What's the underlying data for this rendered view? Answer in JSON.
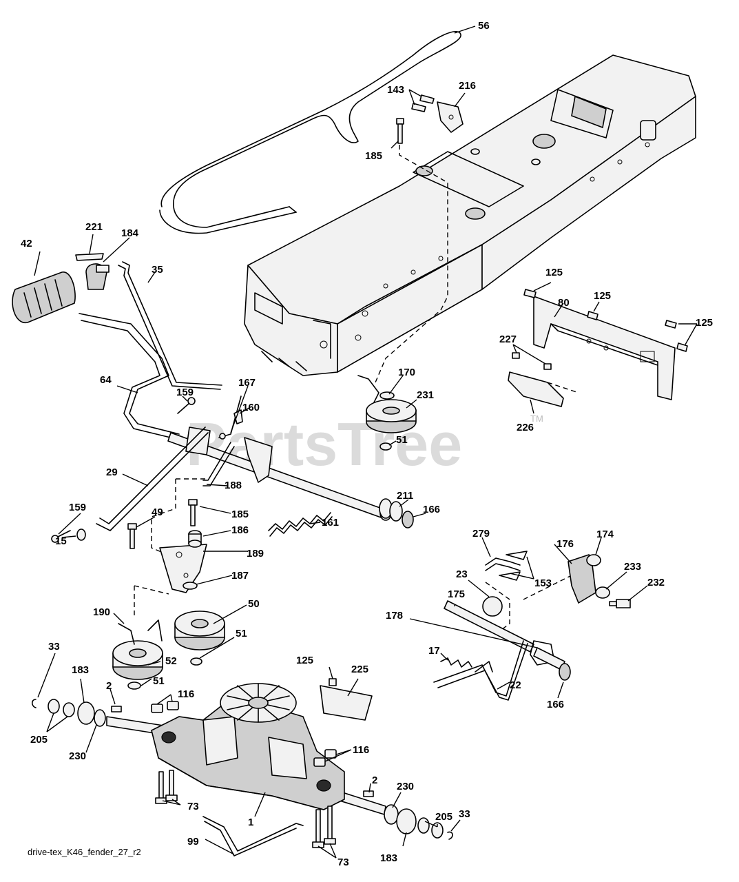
{
  "watermark": {
    "text": "PartsTree",
    "tm": "TM"
  },
  "caption": "drive-tex_K46_fender_27_r2",
  "callouts": {
    "c56": "56",
    "c216": "216",
    "c143": "143",
    "c185a": "185",
    "c221": "221",
    "c184": "184",
    "c42": "42",
    "c35": "35",
    "c125a": "125",
    "c80": "80",
    "c125b": "125",
    "c125c": "125",
    "c227": "227",
    "c226": "226",
    "c170": "170",
    "c231": "231",
    "c51a": "51",
    "c64": "64",
    "c159a": "159",
    "c167": "167",
    "c160": "160",
    "c29": "29",
    "c188": "188",
    "c185b": "185",
    "c186": "186",
    "c189": "189",
    "c187": "187",
    "c159b": "159",
    "c49": "49",
    "c15": "15",
    "c161": "161",
    "c211": "211",
    "c166a": "166",
    "c279": "279",
    "c176": "176",
    "c174": "174",
    "c153": "153",
    "c23": "23",
    "c233": "233",
    "c232": "232",
    "c175": "175",
    "c178": "178",
    "c17": "17",
    "c22": "22",
    "c166b": "166",
    "c190": "190",
    "c50": "50",
    "c51b": "51",
    "c52": "52",
    "c51c": "51",
    "c33a": "33",
    "c183a": "183",
    "c2a": "2",
    "c116a": "116",
    "c125d": "125",
    "c225": "225",
    "c205a": "205",
    "c230a": "230",
    "c116b": "116",
    "c73a": "73",
    "c2b": "2",
    "c230b": "230",
    "c1": "1",
    "c205b": "205",
    "c33b": "33",
    "c99": "99",
    "c183b": "183",
    "c73b": "73"
  }
}
